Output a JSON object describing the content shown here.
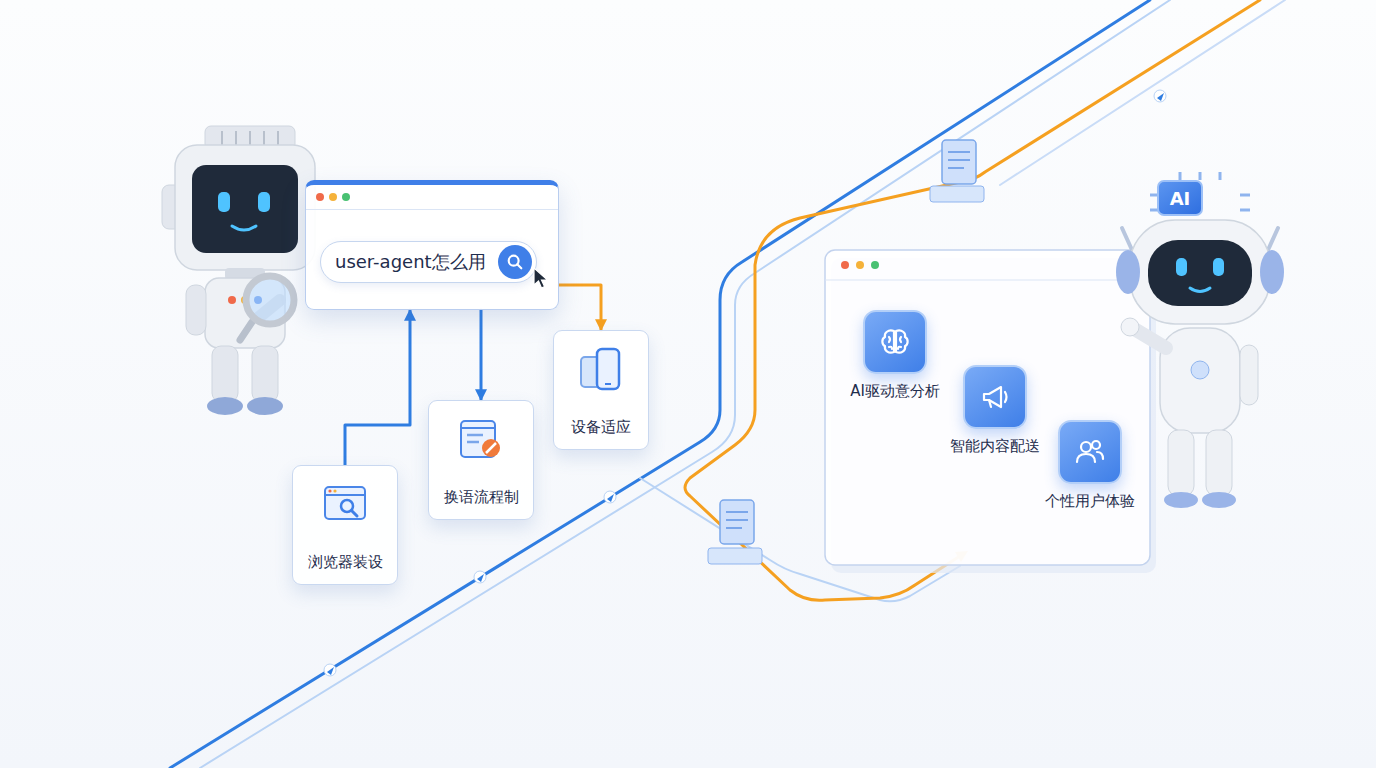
{
  "diagram": {
    "nodes": [
      {
        "text": [
          "user-agent怎么用"
        ]
      },
      {
        "text": [
          "浏览器装设"
        ]
      },
      {
        "text": [
          "换语流程制"
        ]
      },
      {
        "text": [
          "设备适应"
        ]
      },
      {
        "text": [
          "AI驱动意分析"
        ]
      },
      {
        "text": [
          "智能内容配送"
        ]
      },
      {
        "text": [
          "个性用户体验"
        ]
      }
    ],
    "edges": [
      {
        "from": 1,
        "to": 0,
        "arrow": "to"
      },
      {
        "from": 0,
        "to": 2,
        "arrow": "to"
      },
      {
        "from": 0,
        "to": 3,
        "arrow": "to"
      }
    ],
    "labels": [
      "AI"
    ]
  }
}
